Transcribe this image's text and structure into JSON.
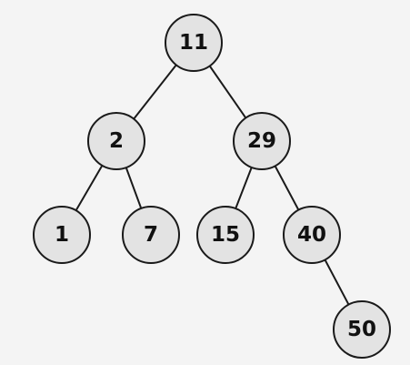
{
  "tree": {
    "nodes": [
      {
        "id": "n11",
        "label": "11"
      },
      {
        "id": "n2",
        "label": "2"
      },
      {
        "id": "n29",
        "label": "29"
      },
      {
        "id": "n1",
        "label": "1"
      },
      {
        "id": "n7",
        "label": "7"
      },
      {
        "id": "n15",
        "label": "15"
      },
      {
        "id": "n40",
        "label": "40"
      },
      {
        "id": "n50",
        "label": "50"
      }
    ],
    "edges": [
      {
        "from": "n11",
        "to": "n2"
      },
      {
        "from": "n11",
        "to": "n29"
      },
      {
        "from": "n2",
        "to": "n1"
      },
      {
        "from": "n2",
        "to": "n7"
      },
      {
        "from": "n29",
        "to": "n15"
      },
      {
        "from": "n29",
        "to": "n40"
      },
      {
        "from": "n40",
        "to": "n50"
      }
    ]
  }
}
